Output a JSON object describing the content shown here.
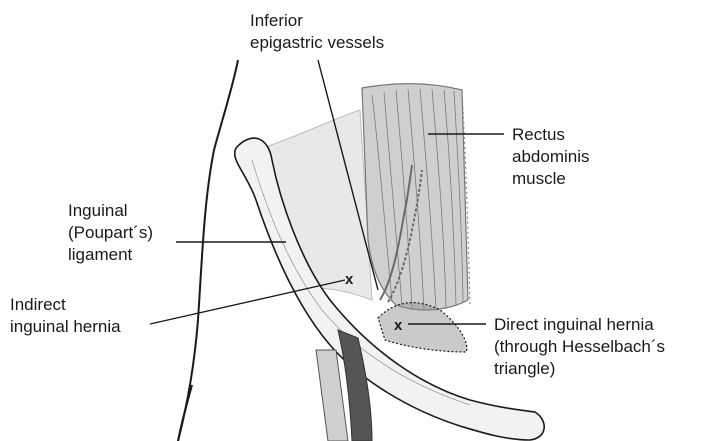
{
  "labels": {
    "inferior_epigastric": [
      "Inferior",
      "epigastric vessels"
    ],
    "rectus": [
      "Rectus",
      "abdominis",
      "muscle"
    ],
    "inguinal_ligament": [
      "Inguinal",
      "(Poupart´s)",
      "ligament"
    ],
    "indirect_hernia": [
      "Indirect",
      "inguinal hernia"
    ],
    "direct_hernia": [
      "Direct inguinal hernia",
      "(through Hesselbach´s",
      "triangle)"
    ]
  },
  "markers": {
    "indirect": "x",
    "direct": "x"
  },
  "colors": {
    "line": "#1a1a1a",
    "muscle_light": "#d9d9d9",
    "muscle_mid": "#a8a8a8",
    "vessel_dark": "#555555"
  }
}
